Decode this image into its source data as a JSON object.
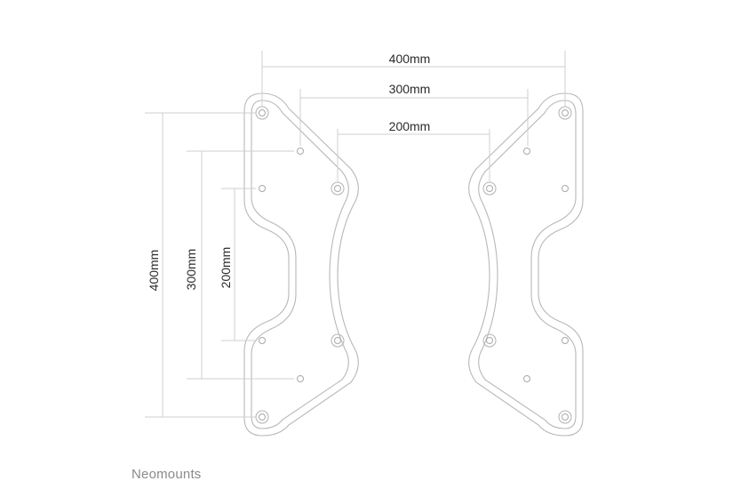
{
  "dimensions": {
    "horizontal": {
      "dim_400": "400mm",
      "dim_300": "300mm",
      "dim_200": "200mm"
    },
    "vertical": {
      "dim_400": "400mm",
      "dim_300": "300mm",
      "dim_200": "200mm"
    }
  },
  "brand": {
    "name": "Neomounts"
  },
  "colors": {
    "outline": "#b8b8b8",
    "dimension_line": "#cfcfcf",
    "text": "#2a2a2a",
    "brand": "#8a8a8a"
  }
}
